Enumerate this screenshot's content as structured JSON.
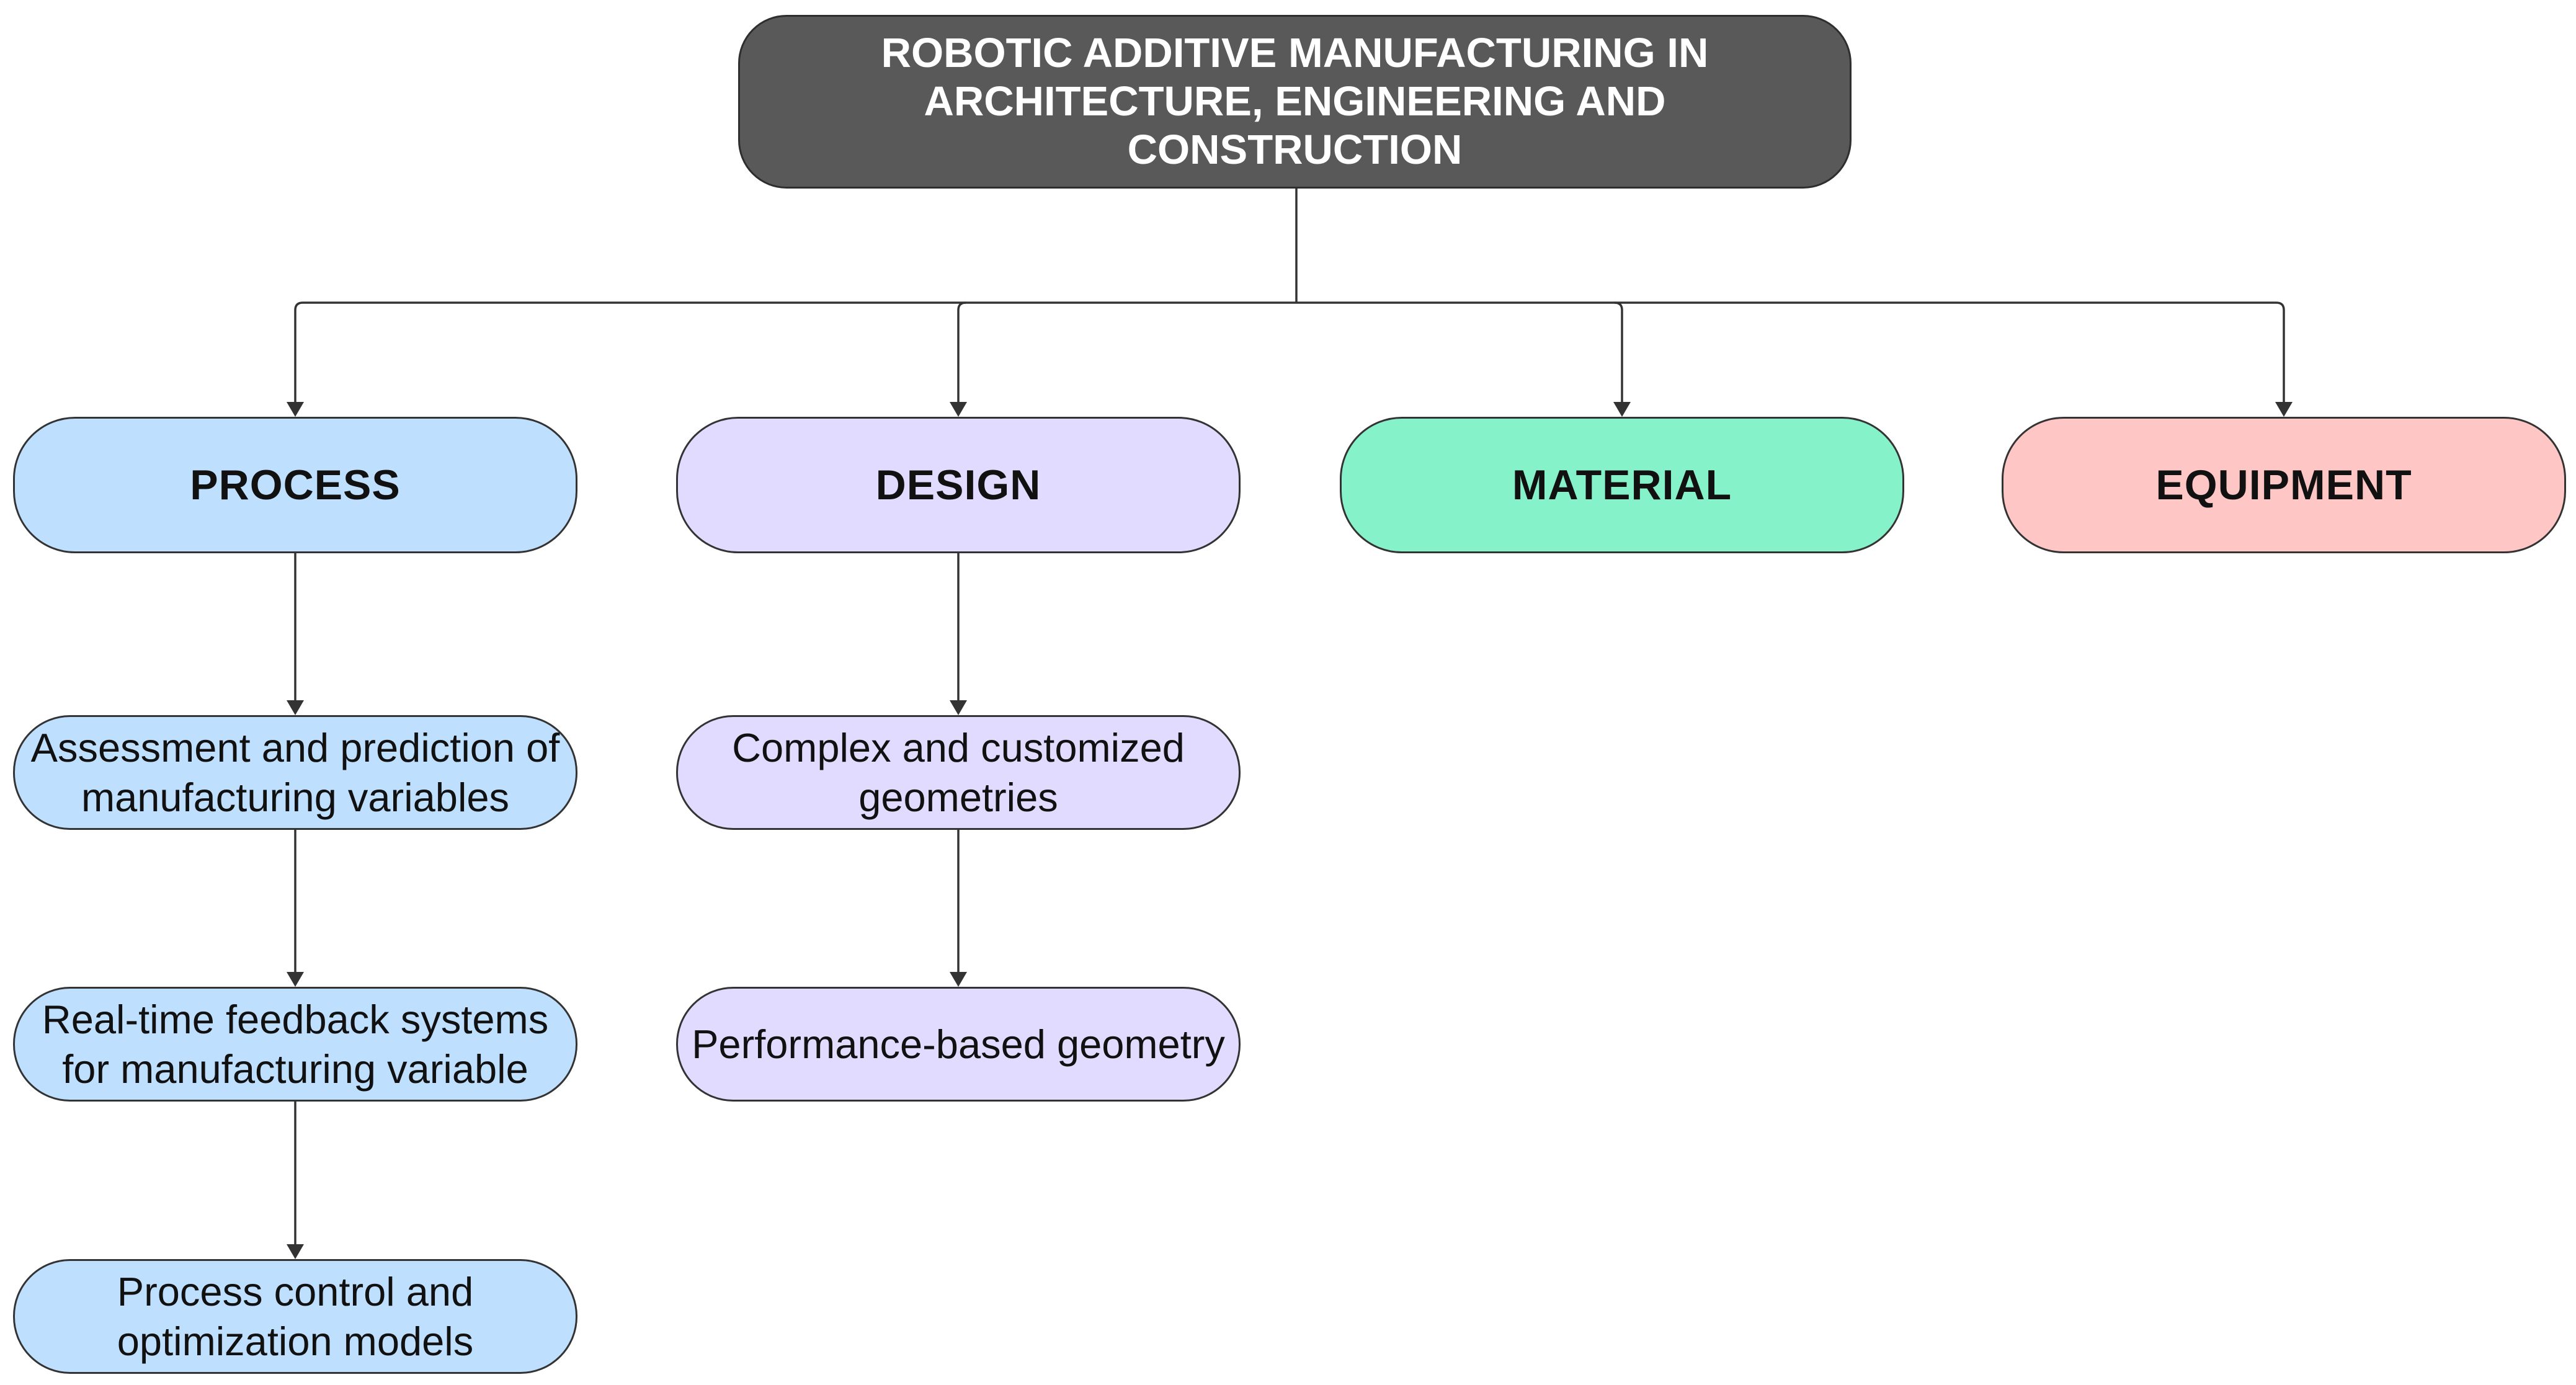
{
  "root": {
    "title": "ROBOTIC ADDITIVE MANUFACTURING IN ARCHITECTURE, ENGINEERING AND CONSTRUCTION"
  },
  "categories": [
    {
      "label": "PROCESS",
      "color": "#bfdfff"
    },
    {
      "label": "DESIGN",
      "color": "#e0dbff"
    },
    {
      "label": "MATERIAL",
      "color": "#86f2c9"
    },
    {
      "label": "EQUIPMENT",
      "color": "#ffc6c6"
    }
  ],
  "process_items": [
    "Assessment and prediction of manufacturing variables",
    "Real-time feedback systems for manufacturing variable",
    "Process control and optimization models"
  ],
  "design_items": [
    "Complex and customized geometries",
    "Performance-based geometry"
  ]
}
